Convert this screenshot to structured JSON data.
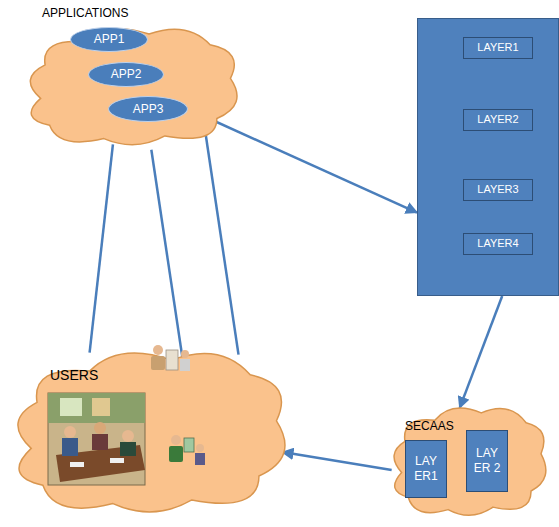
{
  "diagram": {
    "nodes": [
      {
        "text": [
          "APPLICATIONS"
        ]
      },
      {
        "text": [
          "APP1"
        ],
        "in": 0
      },
      {
        "text": [
          "APP2"
        ],
        "in": 0
      },
      {
        "text": [
          "APP3"
        ],
        "in": 0
      },
      {
        "text": []
      },
      {
        "text": [
          "LAYER1"
        ],
        "in": 4
      },
      {
        "text": [
          "LAYER2"
        ],
        "in": 4
      },
      {
        "text": [
          "LAYER3"
        ],
        "in": 4
      },
      {
        "text": [
          "LAYER4"
        ],
        "in": 4
      },
      {
        "text": [
          "USERS"
        ]
      },
      {
        "text": [
          "SECAAS"
        ]
      },
      {
        "text": [
          "LAY ER1"
        ],
        "in": 10
      },
      {
        "text": [
          "LAY ER 2"
        ],
        "in": 10
      }
    ],
    "edges": [
      {
        "from": 3,
        "to": 4,
        "arrow": "to"
      },
      {
        "from": 4,
        "to": 10,
        "arrow": "to"
      },
      {
        "from": 10,
        "to": 9,
        "arrow": "to"
      },
      {
        "from": 0,
        "to": 9,
        "arrow": "none"
      },
      {
        "from": 0,
        "to": 9,
        "arrow": "none"
      },
      {
        "from": 0,
        "to": 9,
        "arrow": "none"
      }
    ]
  }
}
